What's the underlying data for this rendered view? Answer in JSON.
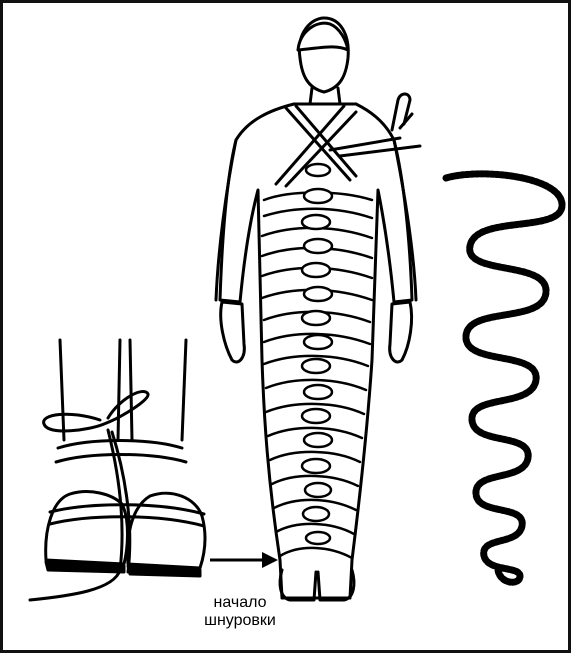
{
  "caption": {
    "line1": "начало",
    "line2": "шнуровки"
  },
  "colors": {
    "ink": "#000000",
    "paper": "#ffffff",
    "frame": "#111111"
  },
  "figures": {
    "person": "standing-figure-laced-body",
    "boot": "bound-feet-closeup",
    "rope": "coiled-rope"
  }
}
